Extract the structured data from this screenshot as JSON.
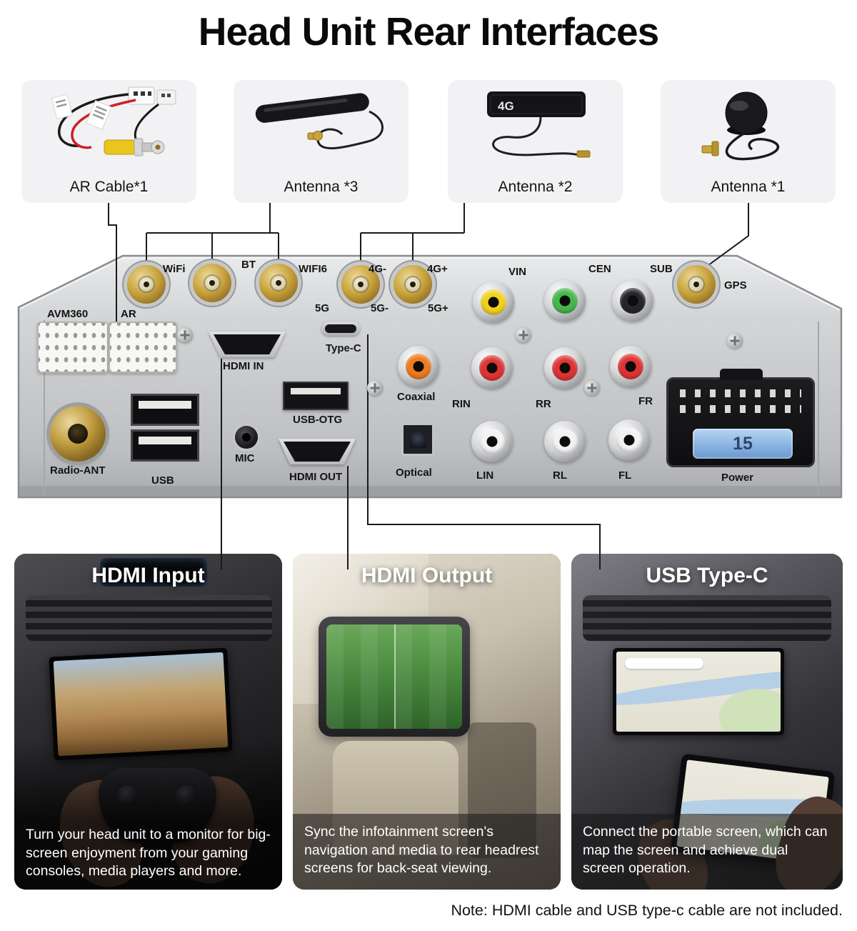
{
  "title": "Head Unit Rear Interfaces",
  "accessories": [
    {
      "label": "AR Cable*1"
    },
    {
      "label": "Antenna *3"
    },
    {
      "label": "Antenna *2",
      "badge": "4G"
    },
    {
      "label": "Antenna *1"
    }
  ],
  "ports": {
    "wifi": "WiFi",
    "bt": "BT",
    "wifi6": "WIFI6",
    "g4_minus": "4G-",
    "g4_plus": "4G+",
    "g5": "5G",
    "g5_minus": "5G-",
    "g5_plus": "5G+",
    "vin": "VIN",
    "cen": "CEN",
    "sub": "SUB",
    "gps": "GPS",
    "avm360": "AVM360",
    "ar": "AR",
    "hdmi_in": "HDMI IN",
    "type_c": "Type-C",
    "coaxial": "Coaxial",
    "rin": "RIN",
    "rr": "RR",
    "fr": "FR",
    "usb_otg": "USB-OTG",
    "mic": "MIC",
    "hdmi_out": "HDMI OUT",
    "radio_ant": "Radio-ANT",
    "usb": "USB",
    "optical": "Optical",
    "lin": "LIN",
    "rl": "RL",
    "fl": "FL",
    "power": "Power",
    "fuse": "15"
  },
  "features": [
    {
      "title": "HDMI Input",
      "description": "Turn your head unit to a monitor for big-screen enjoyment from your gaming consoles, media players and more."
    },
    {
      "title": "HDMI Output",
      "description": "Sync the infotainment screen's navigation and media to rear headrest screens for back-seat viewing."
    },
    {
      "title": "USB Type-C",
      "description": "Connect the portable screen, which can map the screen and achieve dual screen operation."
    }
  ],
  "note": "Note: HDMI cable and USB type-c cable are not included."
}
